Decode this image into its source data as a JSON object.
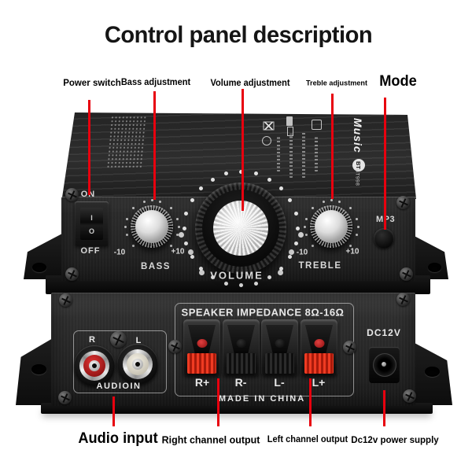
{
  "title": "Control panel description",
  "callouts": {
    "top": [
      {
        "label": "Power switch"
      },
      {
        "label": "Bass adjustment"
      },
      {
        "label": "Volume adjustment"
      },
      {
        "label": "Treble adjustment"
      },
      {
        "label": "Mode"
      }
    ],
    "bottom": [
      {
        "label": "Audio input"
      },
      {
        "label": "Right channel output"
      },
      {
        "label": "Left channel output"
      },
      {
        "label": "Dc12v power supply"
      }
    ]
  },
  "amplifier": {
    "brand": {
      "name": "Music",
      "badge": "BT",
      "model": "BT998"
    },
    "front_panel": {
      "power_on": "ON",
      "power_off": "OFF",
      "rocker_on": "I",
      "rocker_off": "O",
      "bass_label": "BASS",
      "bass_min": "-10",
      "bass_max": "+10",
      "volume_label": "VOLUME",
      "treble_label": "TREBLE",
      "treble_min": "-10",
      "treble_max": "+10",
      "mode_button": "MP3"
    },
    "rear_panel": {
      "speaker_impedance": "SPEAKER IMPEDANCE 8Ω-16Ω",
      "terminals": [
        "R+",
        "R-",
        "L-",
        "L+"
      ],
      "audio_in_right": "R",
      "audio_in_left": "L",
      "audio_in_label": "AUDIOIN",
      "made_in": "MADE IN CHINA",
      "dc_label": "DC12V"
    }
  },
  "colors": {
    "accent_red": "#e8000e",
    "background": "#ffffff",
    "chassis_black": "#1e1e1e"
  }
}
